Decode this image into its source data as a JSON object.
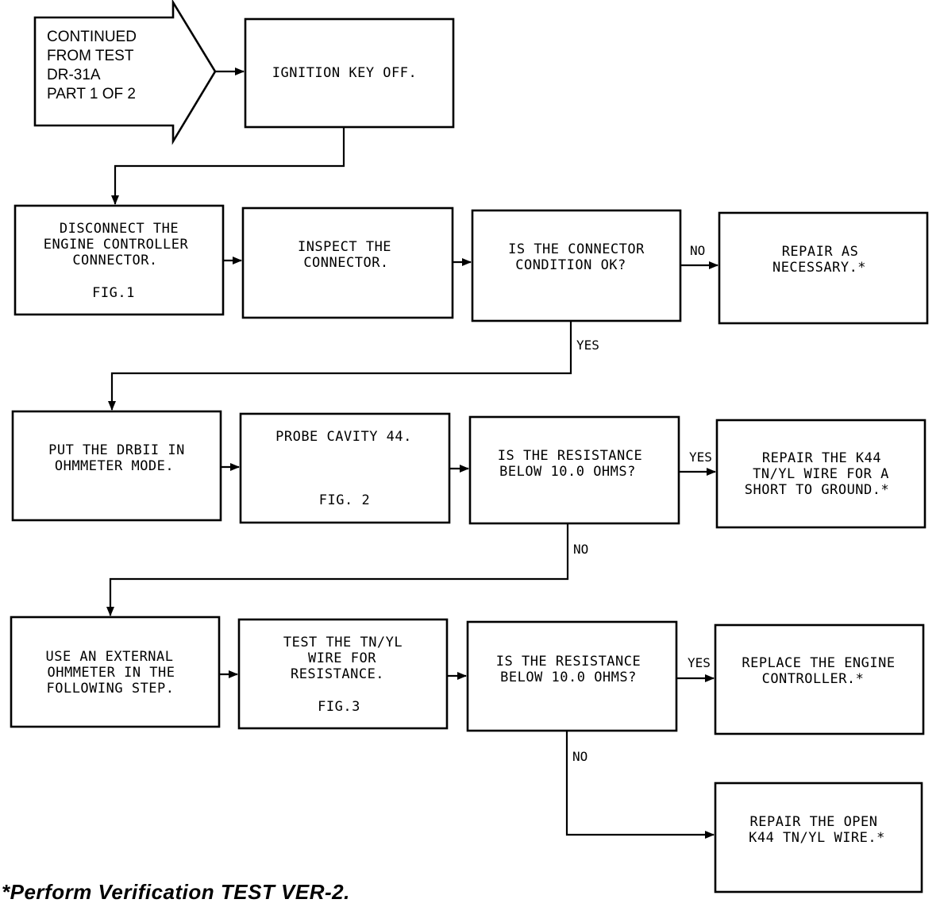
{
  "start": {
    "lines": [
      "CONTINUED",
      "FROM TEST",
      "DR-31A",
      "PART 1 OF 2"
    ]
  },
  "boxes": {
    "ignition": [
      "IGNITION KEY OFF."
    ],
    "disconnect": [
      "DISCONNECT THE",
      "ENGINE CONTROLLER",
      "CONNECTOR.",
      "FIG.1"
    ],
    "inspect": [
      "INSPECT THE",
      "CONNECTOR."
    ],
    "connector_ok": [
      "IS THE CONNECTOR",
      "CONDITION OK?"
    ],
    "repair_necessary": [
      "REPAIR AS",
      "NECESSARY.*"
    ],
    "put_drbii": [
      "PUT THE DRBII IN",
      "OHMMETER MODE."
    ],
    "probe": [
      "PROBE CAVITY 44.",
      "FIG. 2"
    ],
    "resist1": [
      "IS THE RESISTANCE",
      "BELOW 10.0 OHMS?"
    ],
    "repair_short": [
      "REPAIR THE K44",
      "TN/YL WIRE FOR A",
      "SHORT TO GROUND.*"
    ],
    "external": [
      "USE AN EXTERNAL",
      "OHMMETER IN THE",
      "FOLLOWING STEP."
    ],
    "test_wire": [
      "TEST THE TN/YL",
      "WIRE FOR",
      "RESISTANCE.",
      "FIG.3"
    ],
    "resist2": [
      "IS THE RESISTANCE",
      "BELOW 10.0 OHMS?"
    ],
    "replace": [
      "REPLACE THE ENGINE",
      "CONTROLLER.*"
    ],
    "repair_open": [
      "REPAIR THE OPEN",
      "K44 TN/YL WIRE.*"
    ]
  },
  "labels": {
    "no_1": "NO",
    "yes_1": "YES",
    "yes_2": "YES",
    "no_2": "NO",
    "yes_3": "YES",
    "no_3": "NO"
  },
  "footnote": "*Perform Verification TEST VER-2."
}
